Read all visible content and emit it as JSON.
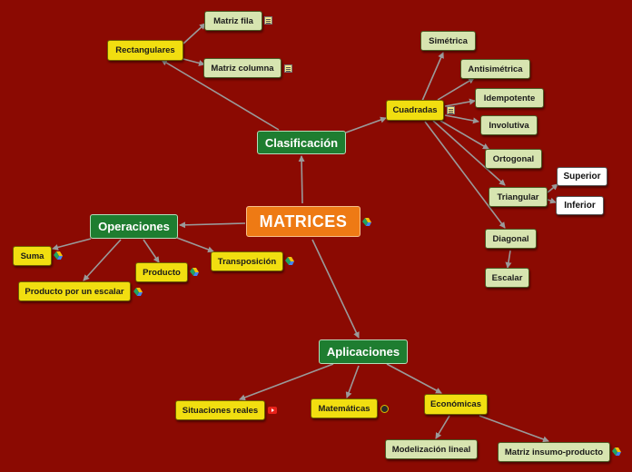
{
  "central": "MATRICES",
  "clasificacion": {
    "label": "Clasificación",
    "rectangulares": {
      "label": "Rectangulares",
      "fila": "Matriz fila",
      "columna": "Matriz columna"
    },
    "cuadradas": {
      "label": "Cuadradas",
      "children": [
        "Simétrica",
        "Antisimétrica",
        "Idempotente",
        "Involutiva",
        "Ortogonal",
        "Triangular",
        "Diagonal",
        "Escalar"
      ],
      "triangular_sub": [
        "Superior",
        "Inferior"
      ]
    }
  },
  "operaciones": {
    "label": "Operaciones",
    "children": [
      "Suma",
      "Producto",
      "Transposición",
      "Producto por un escalar"
    ]
  },
  "aplicaciones": {
    "label": "Aplicaciones",
    "children": [
      "Situaciones reales",
      "Matemáticas",
      "Económicas"
    ],
    "economicas_sub": [
      "Modelización lineal",
      "Matriz insumo-producto"
    ]
  },
  "colors": {
    "background": "#8b0a02",
    "central": "#ee7a14",
    "main_topic": "#1e7d30",
    "yellow_topic": "#f1de10",
    "green_topic": "#d7e4b0",
    "connector": "#9a9a9a"
  }
}
